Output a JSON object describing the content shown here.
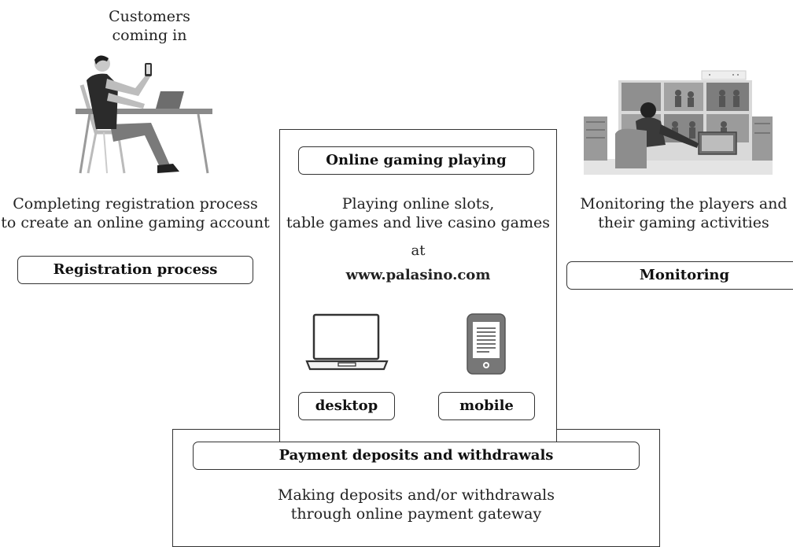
{
  "customers": {
    "line1": "Customers",
    "line2": "coming in"
  },
  "registration": {
    "desc_line1": "Completing registration process",
    "desc_line2": "to create an online gaming account",
    "label": "Registration process"
  },
  "gaming": {
    "label": "Online gaming playing",
    "desc_line1": "Playing online slots,",
    "desc_line2": "table games and live casino games",
    "at": "at",
    "site": "www.palasino.com",
    "desktop_label": "desktop",
    "mobile_label": "mobile"
  },
  "monitoring": {
    "desc_line1": "Monitoring the players and",
    "desc_line2": "their gaming activities",
    "label": "Monitoring"
  },
  "payment": {
    "label": "Payment deposits and withdrawals",
    "desc_line1": "Making deposits and/or withdrawals",
    "desc_line2": "through online payment gateway"
  }
}
